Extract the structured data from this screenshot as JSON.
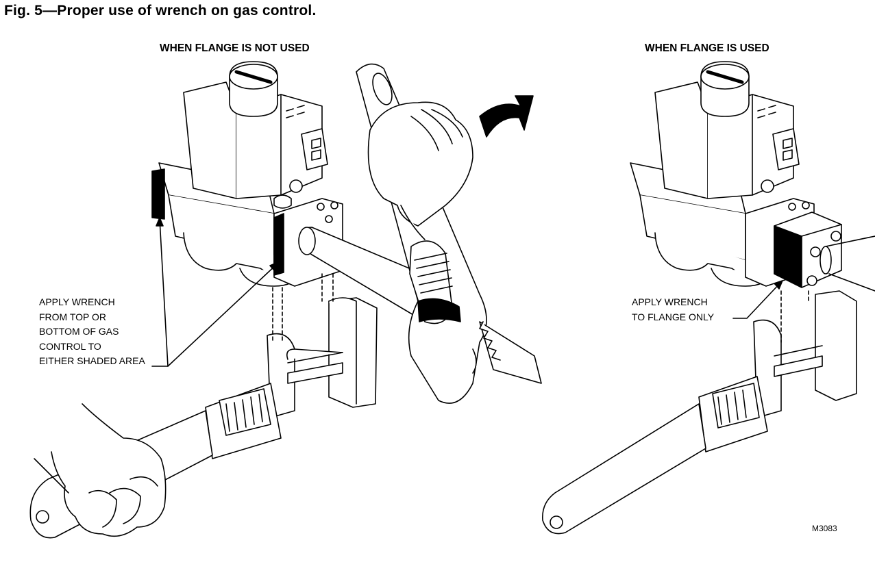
{
  "figure": {
    "caption": "Fig. 5—Proper use of wrench on gas control.",
    "code": "M3083"
  },
  "left_panel": {
    "heading": "WHEN FLANGE IS NOT USED",
    "callout_lines": [
      "APPLY WRENCH",
      "FROM TOP OR",
      "BOTTOM OF GAS",
      "CONTROL TO",
      "EITHER SHADED AREA"
    ]
  },
  "right_panel": {
    "heading": "WHEN FLANGE IS USED",
    "callout_lines": [
      "APPLY WRENCH",
      "TO FLANGE ONLY"
    ]
  },
  "colors": {
    "ink": "#000000",
    "paper": "#ffffff"
  }
}
